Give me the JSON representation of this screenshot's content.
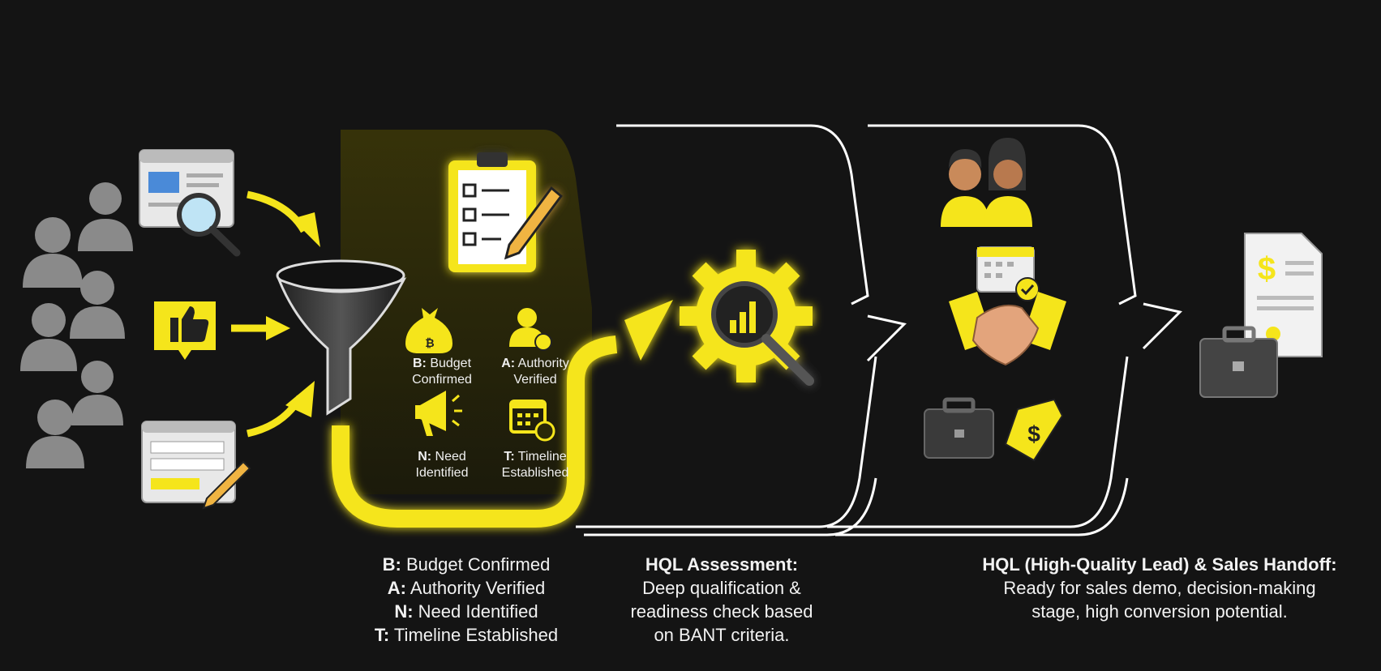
{
  "colors": {
    "background": "#141414",
    "accent": "#f5e51b",
    "gray_icon": "#8a8a8a",
    "outline": "#ffffff"
  },
  "bant_icons": [
    {
      "letter": "B:",
      "line1": "Budget",
      "line2": "Confirmed",
      "icon": "money-bag-icon"
    },
    {
      "letter": "A:",
      "line1": "Authority",
      "line2": "Verified",
      "icon": "user-check-icon"
    },
    {
      "letter": "N:",
      "line1": "Need",
      "line2": "Identified",
      "icon": "megaphone-icon"
    },
    {
      "letter": "T:",
      "line1": "Timeline",
      "line2": "Established",
      "icon": "calendar-clock-icon"
    }
  ],
  "captions": {
    "bant": [
      {
        "letter": "B:",
        "text": " Budget Confirmed"
      },
      {
        "letter": "A:",
        "text": " Authority Verified"
      },
      {
        "letter": "N:",
        "text": " Need Identified"
      },
      {
        "letter": "T:",
        "text": " Timeline Established"
      }
    ],
    "assessment": {
      "title": "HQL Assessment:",
      "lines": [
        "Deep qualification &",
        "readiness check based",
        "on BANT criteria."
      ]
    },
    "handoff": {
      "title": "HQL (High-Quality Lead) & Sales Handoff:",
      "lines": [
        "Ready for sales demo, decision-making",
        "stage, high conversion potential."
      ]
    }
  }
}
